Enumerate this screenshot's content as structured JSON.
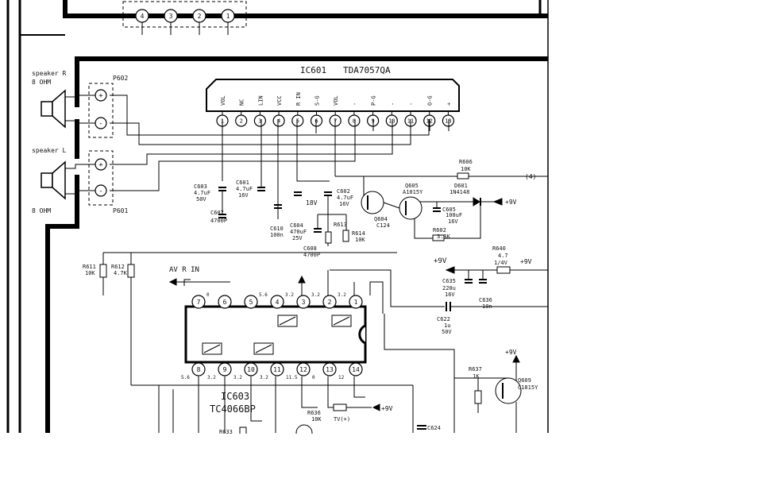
{
  "top_connector": {
    "pins": [
      "4",
      "3",
      "2",
      "1"
    ]
  },
  "ic601": {
    "ref": "IC601",
    "part": "TDA7057QA",
    "pin_labels": [
      "VOL",
      "NC",
      "LIN",
      "VCC",
      "R IN",
      "S-G",
      "VOL",
      "-",
      "P-G",
      "-",
      "-",
      "O-G",
      "+"
    ],
    "pin_numbers": [
      "1",
      "2",
      "3",
      "4",
      "5",
      "6",
      "7",
      "8",
      "9",
      "10",
      "11",
      "12",
      "13"
    ]
  },
  "speakers": {
    "right_label": "speaker R",
    "right_ohm": "8 OHM",
    "left_label": "speaker L",
    "left_ohm": "8 OHM",
    "conn_r": "P602",
    "conn_l": "P601"
  },
  "components": {
    "c603": [
      "C603",
      "4.7uF",
      "50V"
    ],
    "c601": [
      "C601",
      "4.7uF",
      "16V"
    ],
    "c607": [
      "C607",
      "4700P"
    ],
    "c610": [
      "C610",
      "100n"
    ],
    "c604": [
      "C604",
      "470uF",
      "25V"
    ],
    "c602": [
      "C602",
      "4.7uF",
      "16V"
    ],
    "c18v": "18V",
    "c608": [
      "C608",
      "4700P"
    ],
    "r613": "R613",
    "r614": [
      "R614",
      "10K"
    ],
    "q604": [
      "Q604",
      "C124"
    ],
    "q605": [
      "Q605",
      "A1015Y"
    ],
    "d601": [
      "D601",
      "1N4148"
    ],
    "c605": [
      "C605",
      "100uF",
      "16V"
    ],
    "r602": [
      "R602",
      "3.3K"
    ],
    "r606": [
      "R606",
      "10K"
    ],
    "net4": "(4)",
    "plus9v_a": "+9V",
    "plus9v_b": "+9V",
    "r640": [
      "R640",
      "4.7",
      "1/4V"
    ],
    "plus9v_c": "+9V",
    "c635": [
      "C635",
      "220u",
      "16V"
    ],
    "c636": [
      "C636",
      "10n"
    ],
    "c622": [
      "C622",
      "1u",
      "50V"
    ],
    "r611": [
      "R611",
      "10K"
    ],
    "r612": [
      "R612",
      "4.7K"
    ],
    "av_r_in": "AV R IN",
    "r637": [
      "R637",
      "1K"
    ],
    "q609": [
      "Q609",
      "C1815Y"
    ],
    "plus9v_d": "+9V",
    "plus9v_e": "+9V",
    "r636": [
      "R636",
      "10K"
    ],
    "tv_plus": "TV(+)",
    "c624": "C624",
    "r633": "R633"
  },
  "ic603": {
    "ref": "IC603",
    "part": "TC4066BP",
    "top_pins": [
      "7",
      "6",
      "5",
      "4",
      "3",
      "2",
      "1"
    ],
    "bottom_pins": [
      "8",
      "9",
      "10",
      "11",
      "12",
      "13",
      "14"
    ],
    "top_volts": [
      "0",
      "",
      "5.6",
      "3.2",
      "3.2",
      "3.2"
    ],
    "bottom_volts": [
      "5.6",
      "3.2",
      "3.2",
      "3.2",
      "11.5",
      "0",
      "12"
    ]
  }
}
